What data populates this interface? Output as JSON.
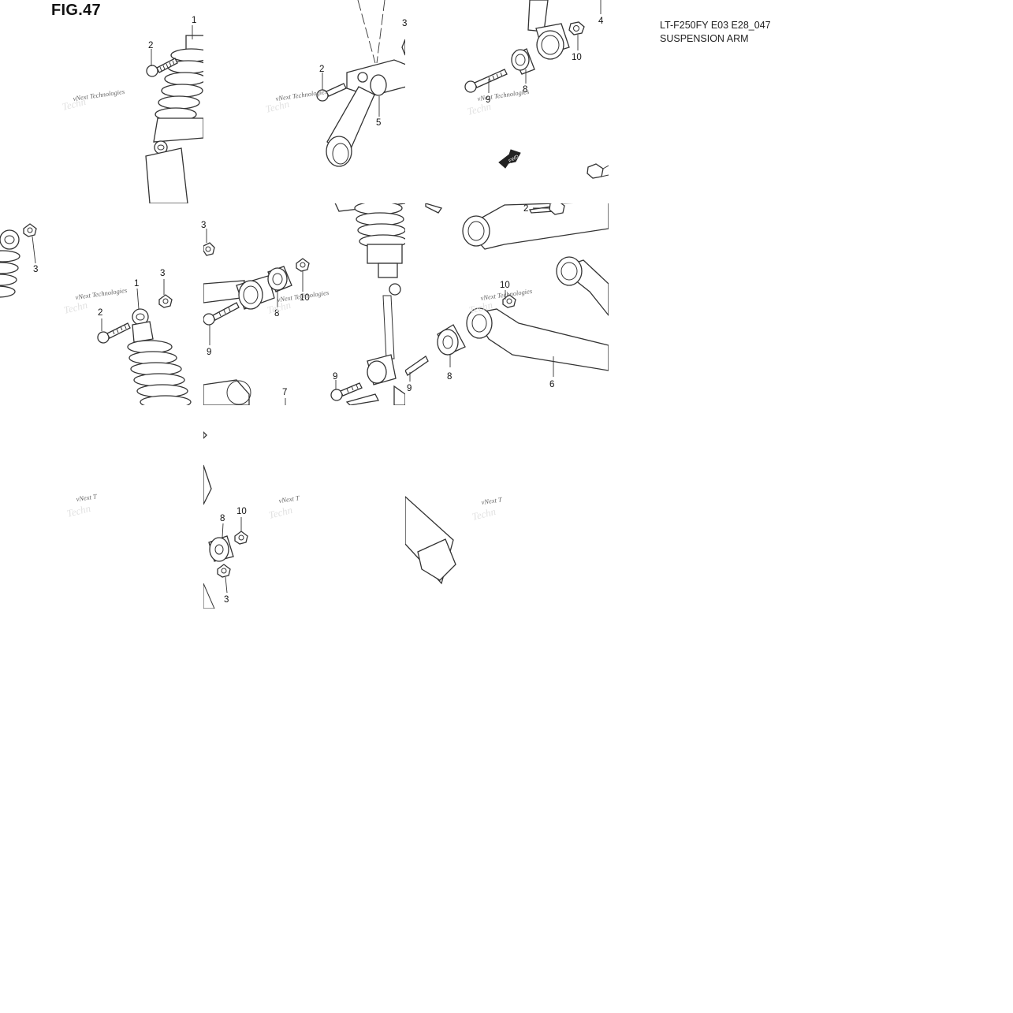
{
  "figure": {
    "title": "FIG.47"
  },
  "model": {
    "code": "LT-F250FY E03 E28_047",
    "section": "SUSPENSION ARM"
  },
  "watermark": {
    "short": "vNext T",
    "full": "vNext Technologies",
    "under": "Techn"
  },
  "fwd_label": "FWD",
  "callouts": [
    "1",
    "2",
    "3",
    "4",
    "5",
    "6",
    "7",
    "8",
    "9",
    "10"
  ]
}
